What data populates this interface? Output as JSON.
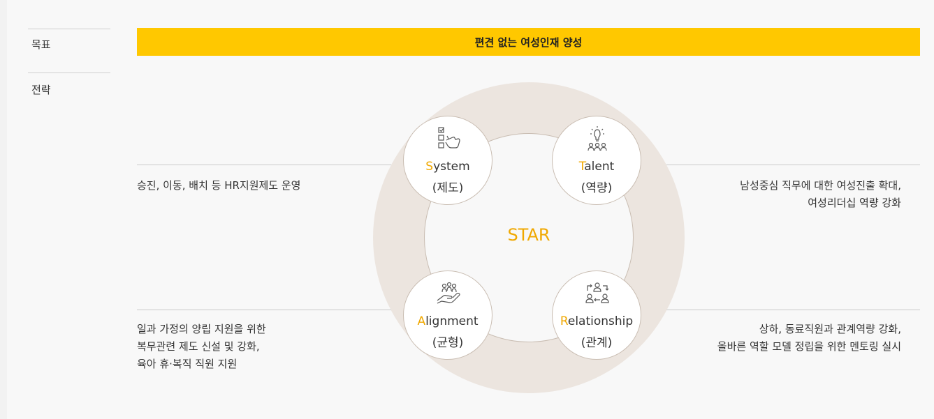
{
  "sidebar": {
    "goal_label": "목표",
    "strategy_label": "전략"
  },
  "goal": {
    "text": "편견 없는 여성인재 양성"
  },
  "center": {
    "label": "STAR"
  },
  "nodes": {
    "system": {
      "initial": "S",
      "rest": "ystem",
      "kr": "(제도)",
      "icon": "checklist-hand-icon"
    },
    "talent": {
      "initial": "T",
      "rest": "alent",
      "kr": "(역량)",
      "icon": "lightbulb-people-icon"
    },
    "alignment": {
      "initial": "A",
      "rest": "lignment",
      "kr": "(균형)",
      "icon": "hand-people-icon"
    },
    "relationship": {
      "initial": "R",
      "rest": "elationship",
      "kr": "(관계)",
      "icon": "people-exchange-icon"
    }
  },
  "descriptions": {
    "system": [
      "승진, 이동, 배치 등 HR지원제도 운영"
    ],
    "talent": [
      "남성중심 직무에 대한 여성진출 확대,",
      "여성리더십 역량 강화"
    ],
    "alignment": [
      "일과 가정의 양립 지원을 위한",
      "복무관련 제도 신설 및 강화,",
      "육아 휴·복직 직원 지원"
    ],
    "relationship": [
      "상하, 동료직원과 관계역량 강화,",
      "올바른 역할 모델 정립을 위한 멘토링 실시"
    ]
  },
  "colors": {
    "accent": "#f0a800",
    "goal_bar": "#ffc800",
    "ring": "#ece5df"
  }
}
